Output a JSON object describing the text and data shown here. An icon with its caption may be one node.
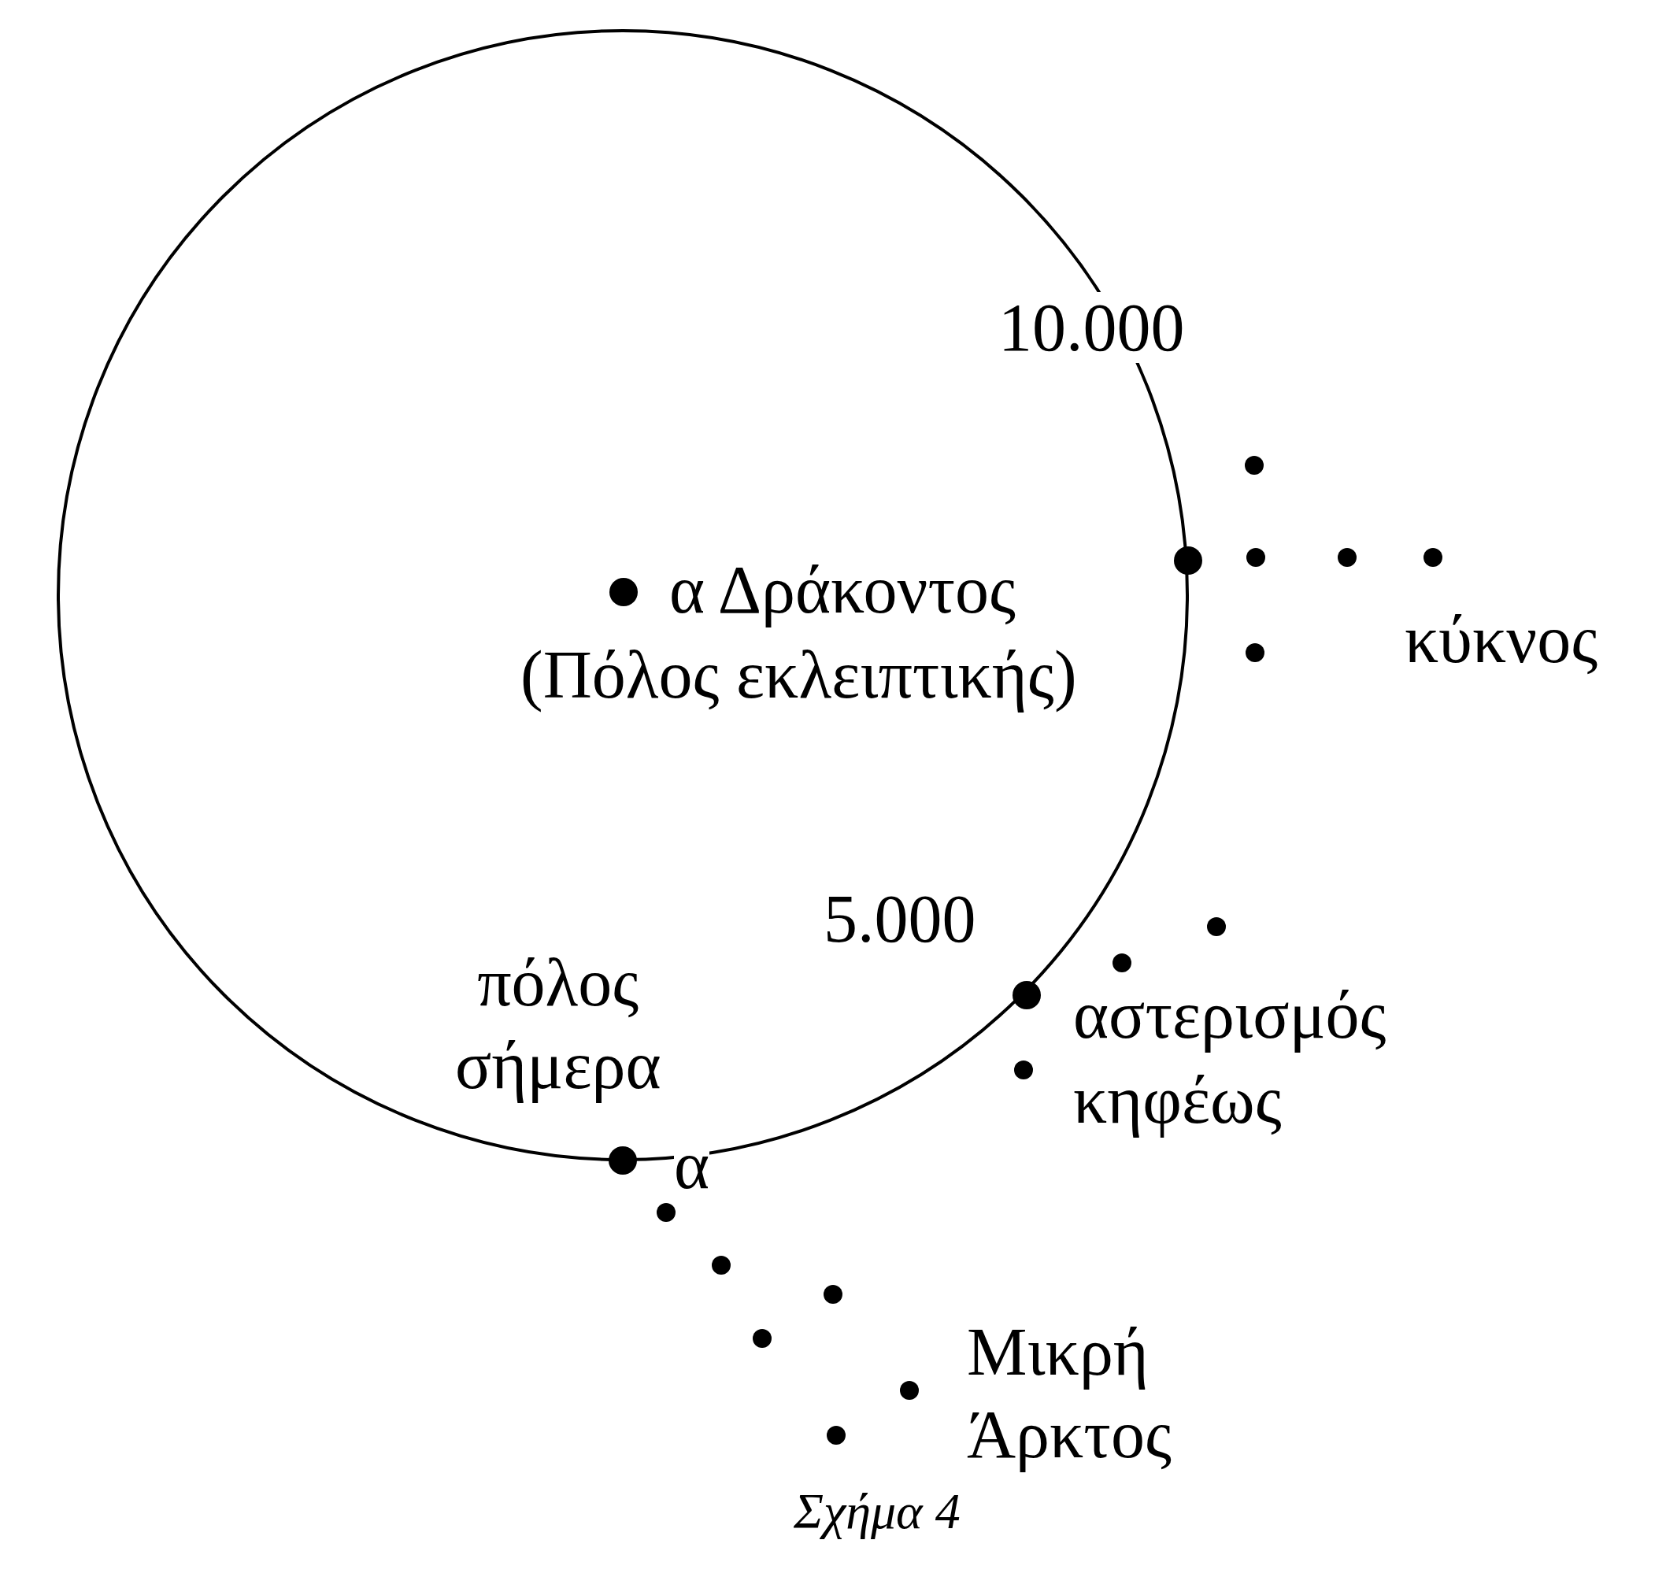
{
  "diagram": {
    "caption": "Σχήμα 4",
    "labels": [
      "10.000",
      "α Δράκοντος",
      "(Πόλος εκλειπτικής)",
      "κύκνος",
      "5.000",
      "πόλος σήμερα",
      "αστερισμός κηφέως",
      "α",
      "Μικρή Άρκτος"
    ]
  }
}
